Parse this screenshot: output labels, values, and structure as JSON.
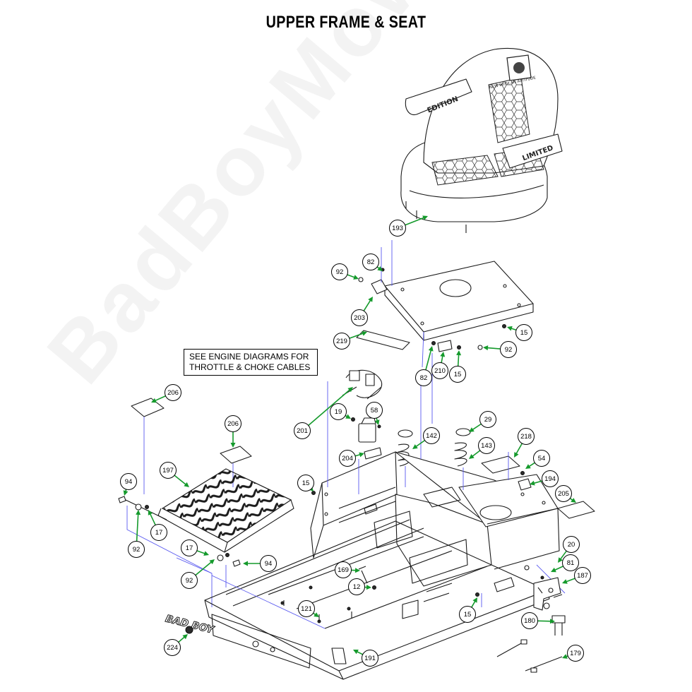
{
  "title": "UPPER FRAME & SEAT",
  "note": {
    "line1": "SEE ENGINE DIAGRAMS FOR",
    "line2": "THROTTLE & CHOKE CABLES"
  },
  "watermark": "BadBoyMowerParts.com",
  "seat_text": {
    "armrest_left": "EDITION",
    "armrest_right": "LIMITED",
    "headrest": "NEW WITH AN ATTITUDE"
  },
  "logo_text": "BAD BOY",
  "colors": {
    "leader": "#159a2c",
    "guide": "#5a5af0",
    "line": "#1a1a1a"
  },
  "callouts": [
    {
      "label": "193"
    },
    {
      "label": "82"
    },
    {
      "label": "92"
    },
    {
      "label": "203"
    },
    {
      "label": "15"
    },
    {
      "label": "219"
    },
    {
      "label": "92"
    },
    {
      "label": "82"
    },
    {
      "label": "210"
    },
    {
      "label": "15"
    },
    {
      "label": "206"
    },
    {
      "label": "19"
    },
    {
      "label": "58"
    },
    {
      "label": "201"
    },
    {
      "label": "206"
    },
    {
      "label": "142"
    },
    {
      "label": "29"
    },
    {
      "label": "218"
    },
    {
      "label": "143"
    },
    {
      "label": "204"
    },
    {
      "label": "54"
    },
    {
      "label": "197"
    },
    {
      "label": "194"
    },
    {
      "label": "94"
    },
    {
      "label": "15"
    },
    {
      "label": "205"
    },
    {
      "label": "17"
    },
    {
      "label": "92"
    },
    {
      "label": "17"
    },
    {
      "label": "94"
    },
    {
      "label": "20"
    },
    {
      "label": "81"
    },
    {
      "label": "187"
    },
    {
      "label": "169"
    },
    {
      "label": "92"
    },
    {
      "label": "12"
    },
    {
      "label": "15"
    },
    {
      "label": "121"
    },
    {
      "label": "180"
    },
    {
      "label": "224"
    },
    {
      "label": "191"
    },
    {
      "label": "179"
    }
  ]
}
